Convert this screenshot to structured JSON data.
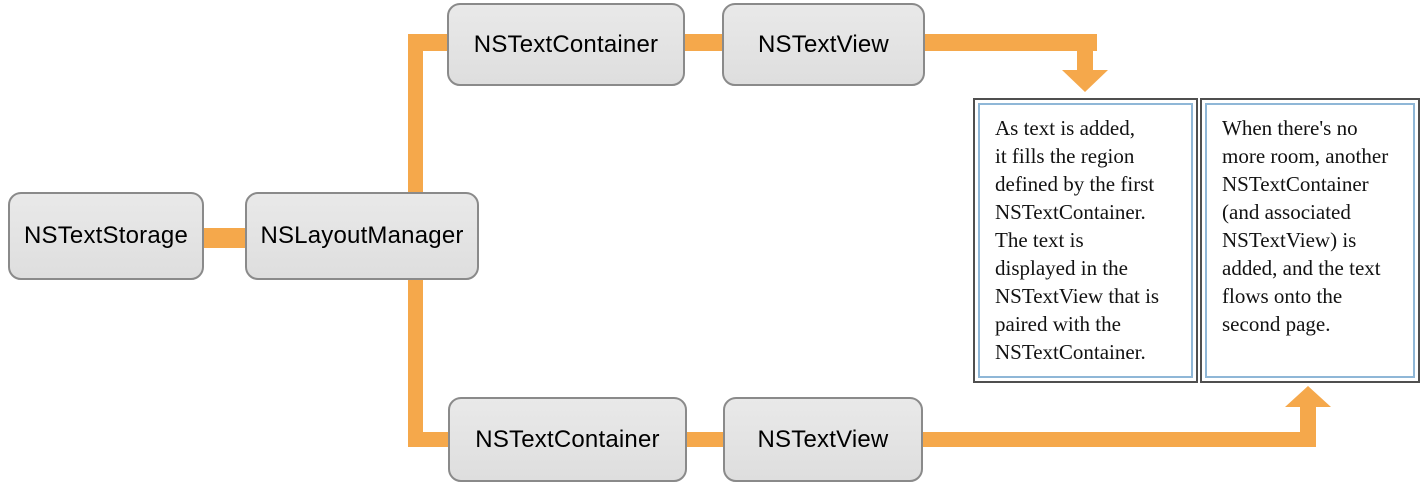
{
  "nodes": [
    {
      "id": "nstextstorage",
      "label": "NSTextStorage"
    },
    {
      "id": "nslayoutmanager",
      "label": "NSLayoutManager"
    },
    {
      "id": "nstextcontainer-top",
      "label": "NSTextContainer"
    },
    {
      "id": "nstextview-top",
      "label": "NSTextView"
    },
    {
      "id": "nstextcontainer-bottom",
      "label": "NSTextContainer"
    },
    {
      "id": "nstextview-bottom",
      "label": "NSTextView"
    }
  ],
  "panels": {
    "page1_text": "As text is added,\nit fills the region\ndefined by the first\nNSTextContainer.\nThe text is\ndisplayed in the\nNSTextView that is\npaired with the\nNSTextContainer.",
    "page2_text": "When there's no\nmore room, another\nNSTextContainer\n(and associated\nNSTextView) is\nadded, and the text\nflows onto the\nsecond page."
  },
  "icons": {
    "top_arrow": "arrow-down-icon",
    "bottom_arrow": "arrow-up-icon"
  },
  "colors": {
    "connector": "#f5a84b",
    "box_fill_top": "#e9e9e9",
    "box_fill_bottom": "#dedede",
    "box_border": "#8a8a8a",
    "panel_outer_border": "#4f4f4f",
    "panel_inner_border": "#8fb7d7",
    "label_color": "#000000",
    "panel_text_color": "#111111"
  }
}
